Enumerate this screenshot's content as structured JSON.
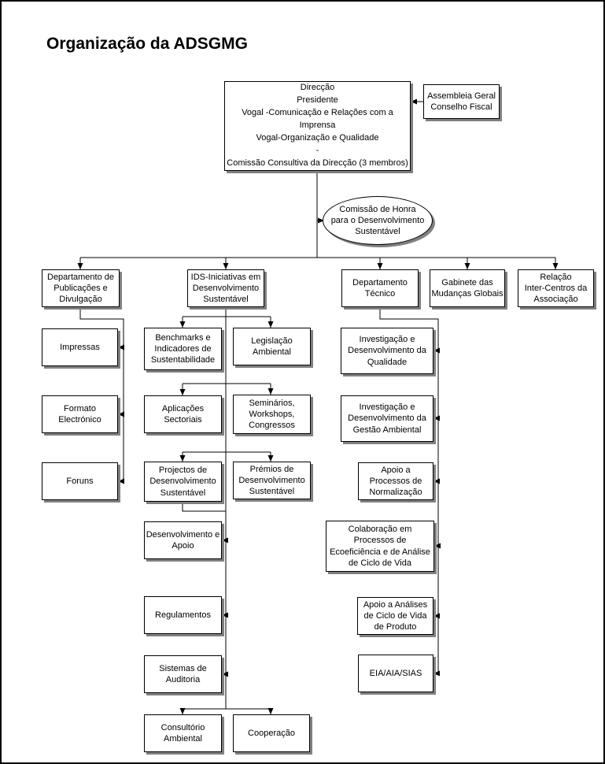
{
  "page": {
    "title": "Organização da ADSGMG"
  },
  "colors": {
    "background": "#ffffff",
    "line": "#000000",
    "box_border": "#000000",
    "box_shadow": "#808080",
    "text": "#000000"
  },
  "nodes": {
    "board": "Direcção\nPresidente\nVogal -Comunicação e Relações com a\nImprensa\nVogal-Organização e Qualidade\n-\nComissão Consultiva da Direcção (3 membros)",
    "assembly": "Assembleia Geral\nConselho Fiscal",
    "honor": "Comissão de Honra\npara o Desenvolvimento\nSustentável",
    "dept_publicacoes": "Departamento de\nPublicações e\nDivulgação",
    "dept_ids": "IDS-Iniciativas em\nDesenvolvimento\nSustentável",
    "dept_tecnico": "Departamento\nTécnico",
    "dept_gabinete": "Gabinete das\nMudanças Globais",
    "dept_relacao": "Relação\nInter-Centros da\nAssociação",
    "impressas": "Impressas",
    "formato": "Formato\nElectrónico",
    "foruns": "Foruns",
    "benchmarks": "Benchmarks e\nIndicadores de\nSustentabilidade",
    "legislacao": "Legislação\nAmbiental",
    "aplicacoes": "Aplicações\nSectoriais",
    "seminarios": "Seminários,\nWorkshops,\nCongressos",
    "projectos": "Projectos de\nDesenvolvimento\nSustentável",
    "premios": "Prémios de\nDesenvolvimento\nSustentável",
    "desenvolvimento": "Desenvolvimento e\nApoio",
    "regulamentos": "Regulamentos",
    "sistemas": "Sistemas de\nAuditoria",
    "consultorio": "Consultório\nAmbiental",
    "cooperacao": "Cooperação",
    "inv_qualidade": "Investigação e\nDesenvolvimento da\nQualidade",
    "inv_gestao": "Investigação e\nDesenvolvimento da\nGestão Ambiental",
    "apoio_norm": "Apoio a\nProcessos de\nNormalização",
    "colaboracao": "Colaboração em\nProcessos de\nEcoeficiência e de Análise\nde Ciclo de Vida",
    "apoio_analises": "Apoio a Análises\nde Ciclo de Vida\nde Produto",
    "eia": "EIA/AIA/SIAS"
  }
}
